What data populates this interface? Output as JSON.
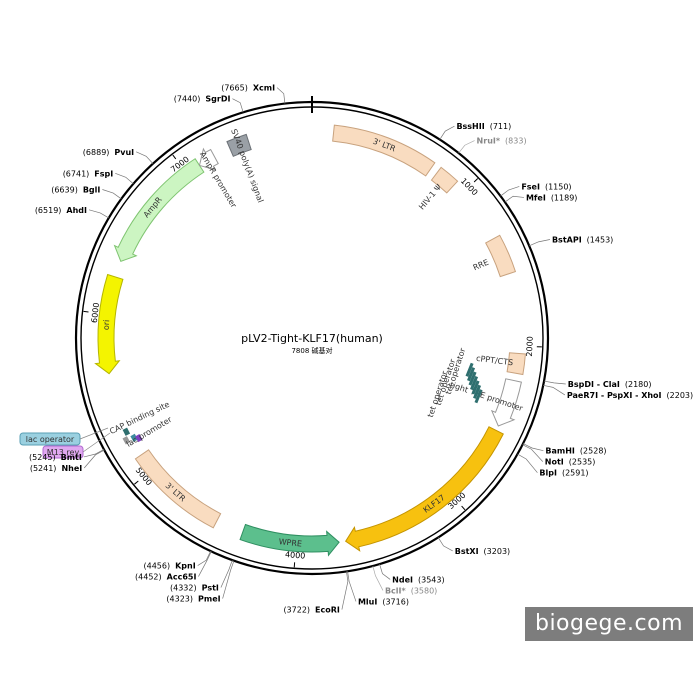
{
  "plasmid": {
    "name": "pLV2-Tight-KLF17(human)",
    "length_label": "7808 碱基对",
    "total_bp": 7808
  },
  "ticks": [
    {
      "bp": 1000,
      "label": "1000"
    },
    {
      "bp": 2000,
      "label": "2000"
    },
    {
      "bp": 3000,
      "label": "3000"
    },
    {
      "bp": 4000,
      "label": "4000"
    },
    {
      "bp": 5000,
      "label": "5000"
    },
    {
      "bp": 6000,
      "label": "6000"
    },
    {
      "bp": 7000,
      "label": "7000"
    }
  ],
  "features": [
    {
      "id": "ltr3a",
      "label": "3' LTR",
      "start": 130,
      "end": 760,
      "color": "#f9dcc0",
      "stroke": "#c8a27e",
      "dir": 0,
      "track": 16
    },
    {
      "id": "hiv",
      "label": "HIV-1 Ψ",
      "start": 805,
      "end": 930,
      "color": "#f9dcc0",
      "stroke": "#c8a27e",
      "dir": 0,
      "track": 16
    },
    {
      "id": "rre",
      "label": "RRE",
      "start": 1330,
      "end": 1560,
      "color": "#f9dcc0",
      "stroke": "#c8a27e",
      "dir": 0,
      "track": 16
    },
    {
      "id": "cppt",
      "label": "cPPT/CTS",
      "start": 2045,
      "end": 2165,
      "color": "#f9dcc0",
      "stroke": "#c8a27e",
      "dir": 0,
      "track": 16
    },
    {
      "id": "tre",
      "label": "tight TRE promoter",
      "start": 2210,
      "end": 2500,
      "color": "#ffffff",
      "stroke": "#999999",
      "dir": 1,
      "track": 16
    },
    {
      "id": "klf17",
      "label": "KLF17",
      "start": 2530,
      "end": 3700,
      "color": "#f7c10f",
      "stroke": "#c49400",
      "dir": 1,
      "track": 16
    },
    {
      "id": "wpre",
      "label": "WPRE",
      "start": 3740,
      "end": 4330,
      "color": "#5cbf8d",
      "stroke": "#2f8f61",
      "dir": -1,
      "track": 16
    },
    {
      "id": "ltr3b",
      "label": "3' LTR",
      "start": 4500,
      "end": 5110,
      "color": "#f9dcc0",
      "stroke": "#c8a27e",
      "dir": 0,
      "track": 16
    },
    {
      "id": "ori",
      "label": "ori",
      "start": 5640,
      "end": 6230,
      "color": "#f4f400",
      "stroke": "#b5b500",
      "dir": -1,
      "track": 16
    },
    {
      "id": "ampr",
      "label": "AmpR",
      "start": 6330,
      "end": 7090,
      "color": "#ccf5c2",
      "stroke": "#7fc471",
      "dir": -1,
      "track": 16
    },
    {
      "id": "amprp",
      "label": "AmpR promoter",
      "start": 7090,
      "end": 7195,
      "color": "#ffffff",
      "stroke": "#999999",
      "dir": -1,
      "track": 16
    },
    {
      "id": "sv40",
      "label": "SV40 poly(A) signal",
      "start": 7300,
      "end": 7420,
      "color": "#9aa0a6",
      "stroke": "#6c7177",
      "dir": 0,
      "track": 16
    }
  ],
  "small_features": [
    {
      "id": "lacp",
      "label": "lac promoter",
      "bp": 5230,
      "color": "#ffffff"
    },
    {
      "id": "cap",
      "label": "CAP binding site",
      "bp": 5275,
      "color": "#2f6f6f"
    },
    {
      "id": "lacop",
      "label": "lac operator",
      "bp": 5220,
      "color": "#3d8c9e"
    },
    {
      "id": "m13",
      "label": "M13 rev",
      "bp": 5205,
      "color": "#7d3fc0"
    }
  ],
  "tet_operators": {
    "labels": [
      "tet operator",
      "tet operator",
      "tet operator"
    ],
    "count": 7,
    "color": "#2f6f6f"
  },
  "callouts": {
    "lac_operator": {
      "label": "lac operator",
      "bg": "#9ad0e0",
      "border": "#5a9fb5"
    },
    "m13_rev": {
      "label": "M13 rev",
      "bg": "#e0a8f0",
      "border": "#b06ad0"
    }
  },
  "sites": [
    {
      "id": "xcmi",
      "name": "XcmI",
      "pos": "(7665)",
      "bp": 7665,
      "side": "left",
      "gray": false
    },
    {
      "id": "sgrdi",
      "name": "SgrDI",
      "pos": "(7440)",
      "bp": 7440,
      "side": "left",
      "gray": false
    },
    {
      "id": "pvui",
      "name": "PvuI",
      "pos": "(6889)",
      "bp": 6889,
      "side": "left",
      "gray": false
    },
    {
      "id": "fspi",
      "name": "FspI",
      "pos": "(6741)",
      "bp": 6741,
      "side": "left",
      "gray": false
    },
    {
      "id": "bgli",
      "name": "BglI",
      "pos": "(6639)",
      "bp": 6639,
      "side": "left",
      "gray": false
    },
    {
      "id": "ahdi",
      "name": "AhdI",
      "pos": "(6519)",
      "bp": 6519,
      "side": "left",
      "gray": false
    },
    {
      "id": "bmti",
      "name": "BmtI",
      "pos": "(5245)",
      "bp": 5245,
      "side": "left",
      "gray": false
    },
    {
      "id": "nhei",
      "name": "NheI",
      "pos": "(5241)",
      "bp": 5241,
      "side": "left",
      "gray": false
    },
    {
      "id": "kpni",
      "name": "KpnI",
      "pos": "(4456)",
      "bp": 4456,
      "side": "left",
      "gray": false
    },
    {
      "id": "acc65i",
      "name": "Acc65I",
      "pos": "(4452)",
      "bp": 4452,
      "side": "left",
      "gray": false
    },
    {
      "id": "psti",
      "name": "PstI",
      "pos": "(4332)",
      "bp": 4332,
      "side": "left",
      "gray": false
    },
    {
      "id": "pmei",
      "name": "PmeI",
      "pos": "(4323)",
      "bp": 4323,
      "side": "left",
      "gray": false
    },
    {
      "id": "ecori",
      "name": "EcoRI",
      "pos": "(3722)",
      "bp": 3722,
      "side": "left",
      "gray": false
    },
    {
      "id": "mlui",
      "name": "MluI",
      "pos": "(3716)",
      "bp": 3716,
      "side": "right",
      "gray": false
    },
    {
      "id": "bcli",
      "name": "BclI*",
      "pos": "(3580)",
      "bp": 3580,
      "side": "right",
      "gray": true
    },
    {
      "id": "ndei",
      "name": "NdeI",
      "pos": "(3543)",
      "bp": 3543,
      "side": "right",
      "gray": false
    },
    {
      "id": "bstxi",
      "name": "BstXI",
      "pos": "(3203)",
      "bp": 3203,
      "side": "right",
      "gray": false
    },
    {
      "id": "blpi",
      "name": "BlpI",
      "pos": "(2591)",
      "bp": 2591,
      "side": "right",
      "gray": false
    },
    {
      "id": "noti",
      "name": "NotI",
      "pos": "(2535)",
      "bp": 2535,
      "side": "right",
      "gray": false
    },
    {
      "id": "bamhi",
      "name": "BamHI",
      "pos": "(2528)",
      "bp": 2528,
      "side": "right",
      "gray": false
    },
    {
      "id": "paer7i",
      "name": "PaeR7I - PspXI - XhoI",
      "pos": "(2203)",
      "bp": 2203,
      "side": "right",
      "gray": false
    },
    {
      "id": "bspdi",
      "name": "BspDI - ClaI",
      "pos": "(2180)",
      "bp": 2180,
      "side": "right",
      "gray": false
    },
    {
      "id": "bstapi",
      "name": "BstAPI",
      "pos": "(1453)",
      "bp": 1453,
      "side": "right",
      "gray": false
    },
    {
      "id": "mfei",
      "name": "MfeI",
      "pos": "(1189)",
      "bp": 1189,
      "side": "right",
      "gray": false
    },
    {
      "id": "fsei",
      "name": "FseI",
      "pos": "(1150)",
      "bp": 1150,
      "side": "right",
      "gray": false
    },
    {
      "id": "nrui",
      "name": "NruI*",
      "pos": "(833)",
      "bp": 833,
      "side": "right",
      "gray": true
    },
    {
      "id": "bsshii",
      "name": "BssHII",
      "pos": "(711)",
      "bp": 711,
      "side": "right",
      "gray": false
    }
  ],
  "watermark": "biogege.com"
}
